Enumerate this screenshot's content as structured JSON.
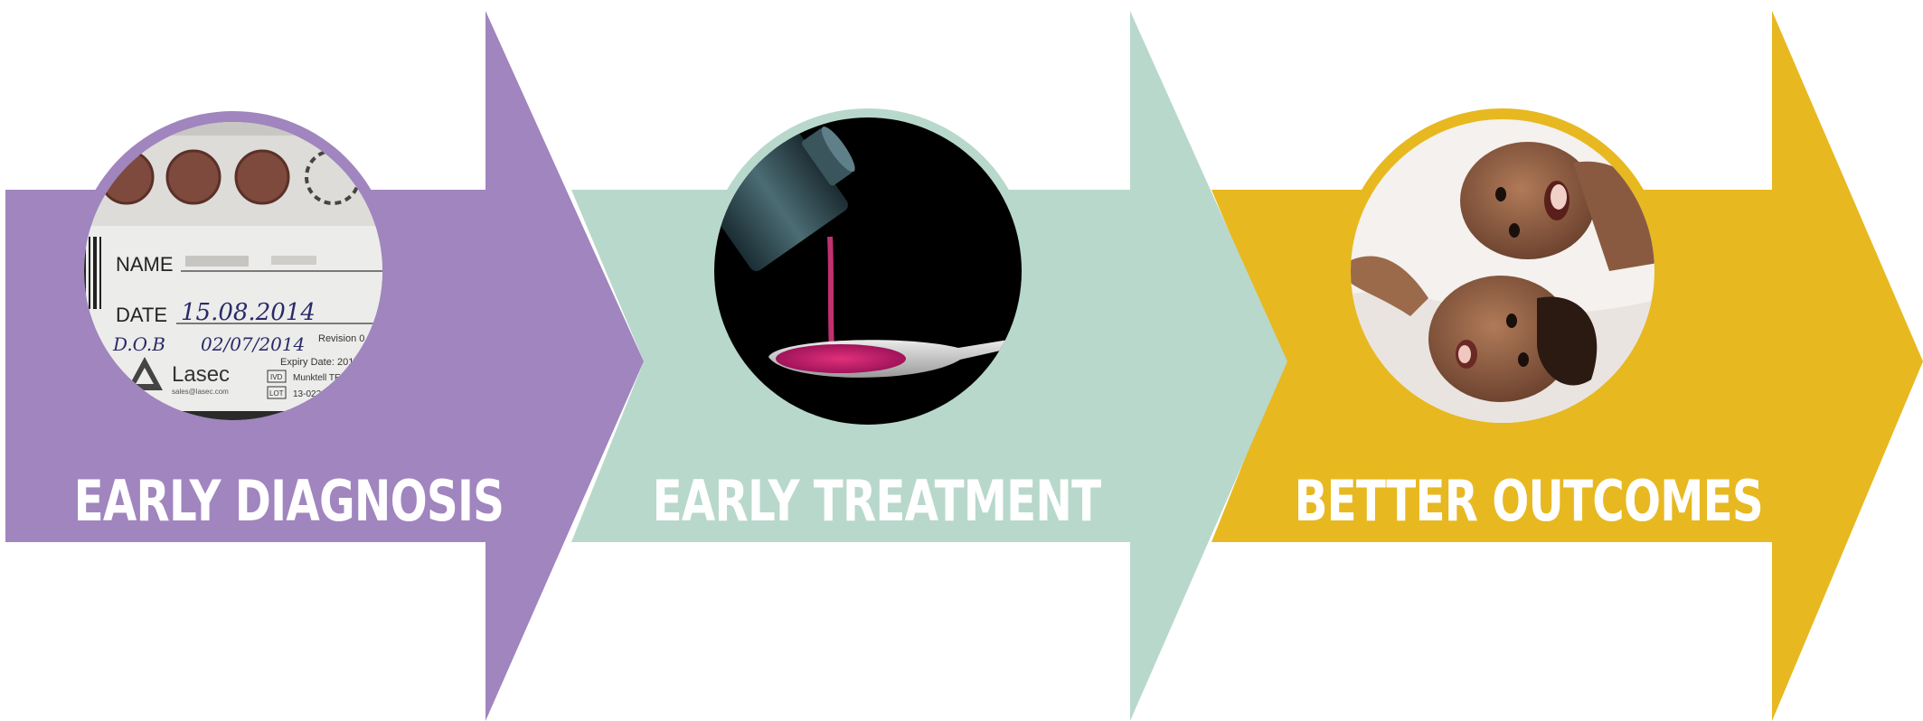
{
  "steps": [
    {
      "label": "EARLY DIAGNOSIS",
      "color": "#a085be",
      "image": "dried-blood-spot-test-card",
      "card": {
        "name_label": "NAME",
        "date_label": "DATE",
        "date_value": "15.08.2014",
        "dob_label": "D.O.B",
        "dob_value": "02/07/2014",
        "revision": "Revision 0",
        "expiry": "Expiry Date: 201",
        "brand": "Lasec",
        "brand_email": "sales@lasec.com",
        "ivd": "IVD",
        "manufacturer": "Munktell TE",
        "lot_label": "LOT",
        "lot_value": "13-022"
      }
    },
    {
      "label": "EARLY TREATMENT",
      "color": "#b8d8cc",
      "image": "medicine-poured-on-spoon"
    },
    {
      "label": "BETTER OUTCOMES",
      "color": "#e7b820",
      "image": "smiling-babies"
    }
  ],
  "flow": {
    "direction": "left-to-right",
    "arrow_count": 3
  }
}
